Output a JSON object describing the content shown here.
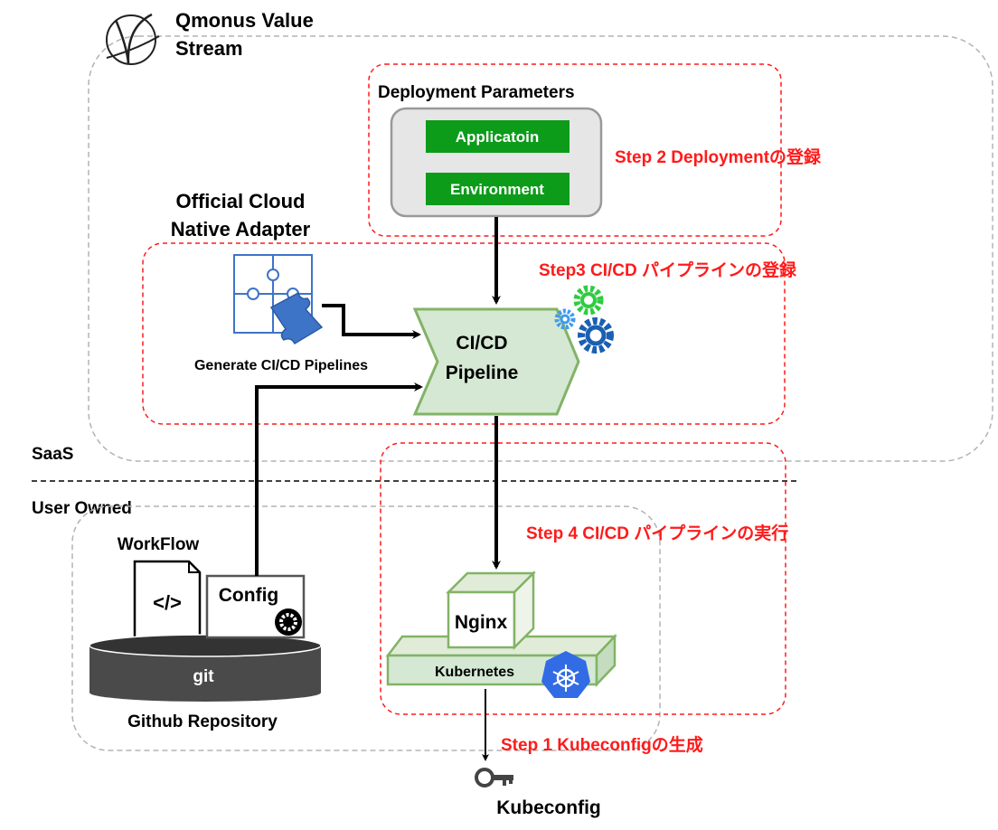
{
  "brand": {
    "title_line1": "Qmonus Value",
    "title_line2": "Stream"
  },
  "zones": {
    "saas_label": "SaaS",
    "user_owned_label": "User Owned"
  },
  "deployment_parameters": {
    "title": "Deployment Parameters",
    "application_label": "Applicatoin",
    "environment_label": "Environment"
  },
  "adapter": {
    "title_line1": "Official Cloud",
    "title_line2": "Native Adapter",
    "caption": "Generate CI/CD Pipelines"
  },
  "pipeline": {
    "label_line1": "CI/CD",
    "label_line2": "Pipeline"
  },
  "steps": {
    "step1": "Step 1 Kubeconfigの生成",
    "step2": "Step 2 Deploymentの登録",
    "step3": "Step3 CI/CD パイプラインの登録",
    "step4": "Step 4 CI/CD パイプラインの実行"
  },
  "repository": {
    "workflow_label": "WorkFlow",
    "code_glyph": "</>",
    "config_label": "Config",
    "git_label": "git",
    "caption": "Github Repository"
  },
  "cluster": {
    "nginx_label": "Nginx",
    "kubernetes_label": "Kubernetes"
  },
  "kubeconfig": {
    "label": "Kubeconfig"
  },
  "colors": {
    "step_red": "#ff1a1a",
    "dash_gray": "#b3b3b3",
    "param_green": "#0d9b1a",
    "pipeline_fill": "#d5e8d4",
    "pipeline_stroke": "#82b366",
    "puzzle_blue": "#3d74c8",
    "k8s_blue": "#326ce5",
    "git_gray": "#4a4a4a"
  }
}
